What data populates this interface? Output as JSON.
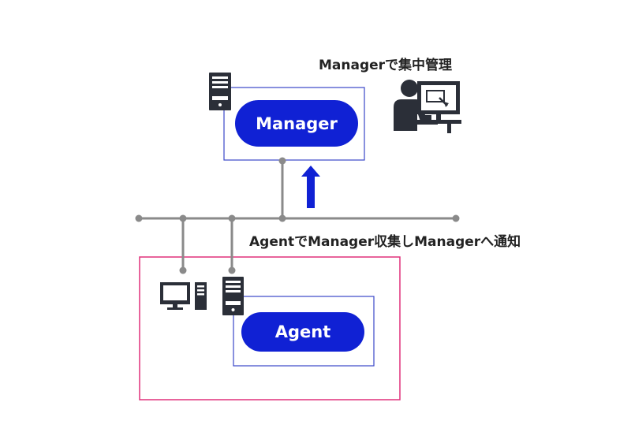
{
  "manager": {
    "label": "Manager",
    "caption": "Managerで集中管理"
  },
  "agent": {
    "label": "Agent",
    "caption": "AgentでManager収集しManagerへ通知"
  },
  "colors": {
    "pill_fill": "#1021d4",
    "manager_box_border": "#3a47c8",
    "agent_box_border": "#3a47c8",
    "agent_group_border": "#e0307a",
    "network_line": "#8a8a8a",
    "icon": "#2b2f38",
    "arrow": "#1021d4",
    "text": "#222222"
  },
  "icons": {
    "manager_server": "server-tower-icon",
    "admin": "admin-at-computer-icon",
    "agent_server": "server-tower-icon",
    "desktop": "desktop-pc-icon",
    "flow_arrow": "up-arrow-icon"
  }
}
